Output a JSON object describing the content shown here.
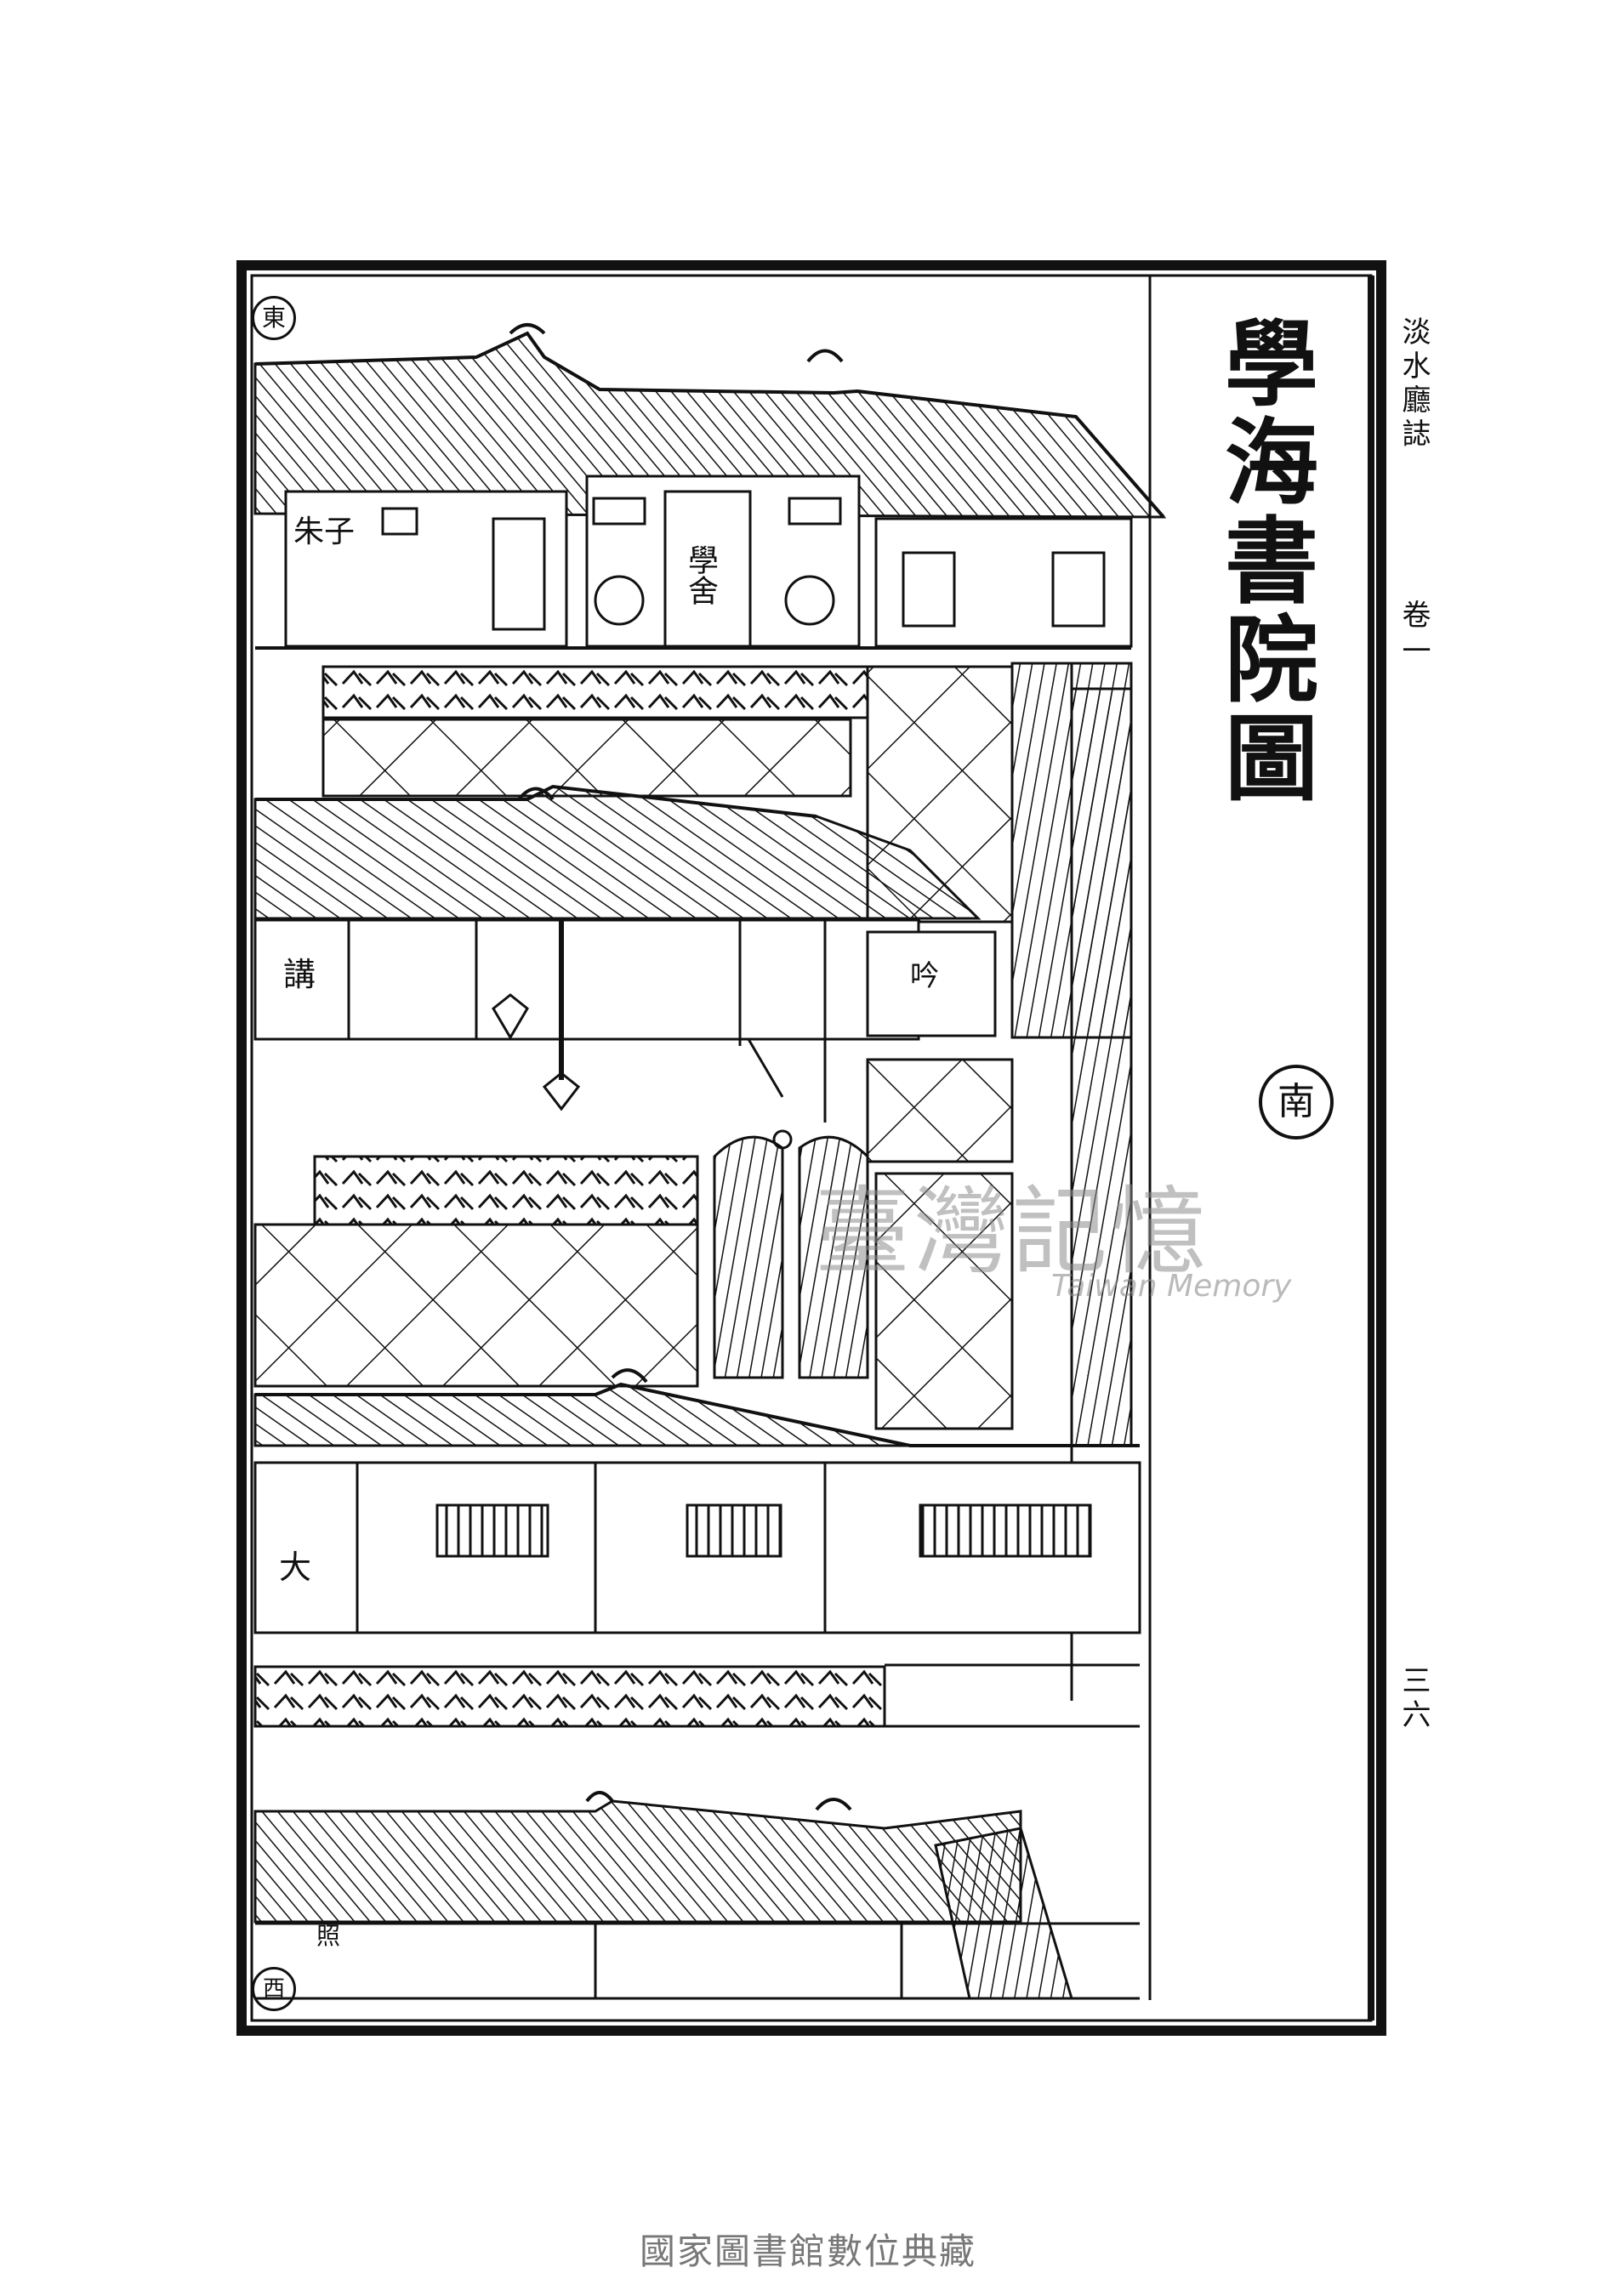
{
  "plate": {
    "title": "學海書院圖"
  },
  "margin": {
    "book_title": "淡水廳誌",
    "volume": "卷一",
    "page_number": "三六"
  },
  "labels": {
    "zhuzi": "朱子",
    "xueshe": "學舍",
    "jiang": "講",
    "yin": "吟",
    "da": "大",
    "zhao": "照"
  },
  "compass": {
    "east": "東",
    "south": "南",
    "west": "西"
  },
  "watermark": {
    "chinese": "臺灣記憶",
    "english": "Taiwan Memory"
  },
  "footer": {
    "text": "國家圖書館數位典藏"
  },
  "colors": {
    "ink": "#111111",
    "watermark": "#8c8c8c",
    "footer": "#777777"
  }
}
